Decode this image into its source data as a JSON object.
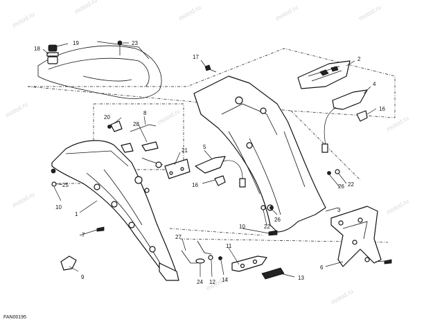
{
  "watermark": {
    "text": "motod.ru"
  },
  "reference_code": "FAN00195",
  "callouts": {
    "c1": "1",
    "c2": "2",
    "c3": "3",
    "c4": "4",
    "c5": "5",
    "c6": "6",
    "c7": "7",
    "c8": "8",
    "c9": "9",
    "c10a": "10",
    "c10b": "10",
    "c11": "11",
    "c12": "12",
    "c13": "13",
    "c14": "14",
    "c16a": "16",
    "c16b": "16",
    "c17": "17",
    "c18": "18",
    "c19": "19",
    "c20": "20",
    "c21": "21",
    "c22a": "22",
    "c22b": "22",
    "c23": "23",
    "c24": "24",
    "c25": "25",
    "c26a": "26",
    "c26b": "26",
    "c27": "27",
    "c28": "28"
  }
}
